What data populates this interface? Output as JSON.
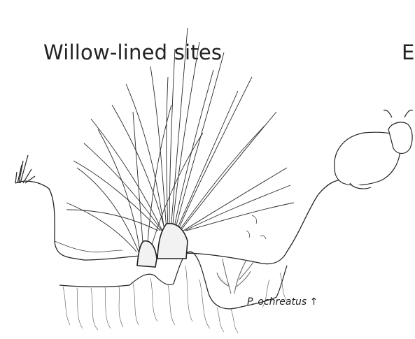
{
  "panel": {
    "title": "Willow-lined sites",
    "next_title_fragment": "E"
  },
  "annotation": {
    "species": "P. ochreatus",
    "arrow": "↑"
  },
  "colors": {
    "ink": "#222222",
    "background": "#ffffff",
    "shrub_fill": "#eeeeee"
  },
  "icons": [
    "grass-tuft-icon",
    "willow-tree-icon",
    "cow-icon",
    "shrub-icon",
    "roots-icon",
    "leaf-icon"
  ]
}
